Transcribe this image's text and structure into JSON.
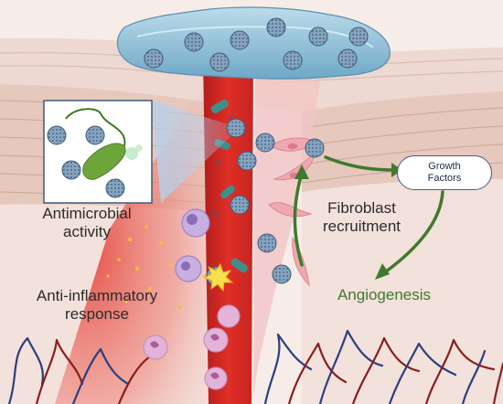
{
  "labels": {
    "antimicrobial": [
      "Antimicrobial",
      "activity"
    ],
    "anti_inflammatory": [
      "Anti-inflammatory",
      "response"
    ],
    "fibroblast": [
      "Fibroblast",
      "recruitment"
    ],
    "growth_factors": [
      "Growth",
      "Factors"
    ],
    "angiogenesis": "Angiogenesis"
  },
  "colors": {
    "gel": "#8bbfd8",
    "nanoparticle": "#6f8fab",
    "wound_red": "#d9302b",
    "arrow_green": "#3f7a2c",
    "vessel_blue": "#2c3f7e",
    "vessel_red": "#8a1e1e",
    "bacterium": "#6da53a",
    "immune_cell": "#b79ad6"
  },
  "icons": [
    "hydrogel-dressing",
    "nanoparticle",
    "bacterium",
    "immune-cell",
    "fibroblast-cell",
    "blood-vessel",
    "green-arrow"
  ]
}
